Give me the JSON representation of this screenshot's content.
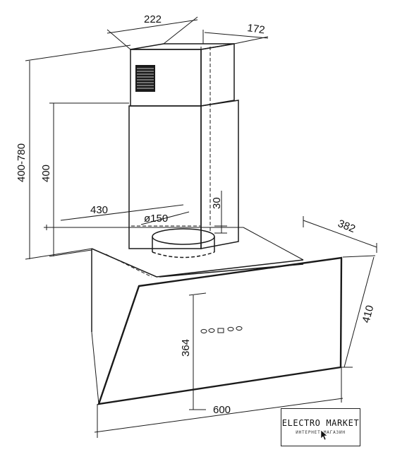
{
  "dimensions": {
    "duct_width": "222",
    "duct_depth": "172",
    "total_height_range": "400-780",
    "duct_height": "400",
    "body_width": "430",
    "outlet_diameter": "ø150",
    "outlet_offset": "30",
    "body_depth": "382",
    "glass_height": "410",
    "panel_height": "364",
    "overall_width": "600"
  },
  "branding": {
    "name": "ELECTRO MARKET",
    "tagline": "ИНТЕРНЕТ-МАГАЗИН"
  },
  "colors": {
    "line": "#1a1a1a",
    "background": "#ffffff"
  },
  "icons": [
    "vent-grille-icon",
    "control-button-icon",
    "cursor-arrow-icon"
  ]
}
